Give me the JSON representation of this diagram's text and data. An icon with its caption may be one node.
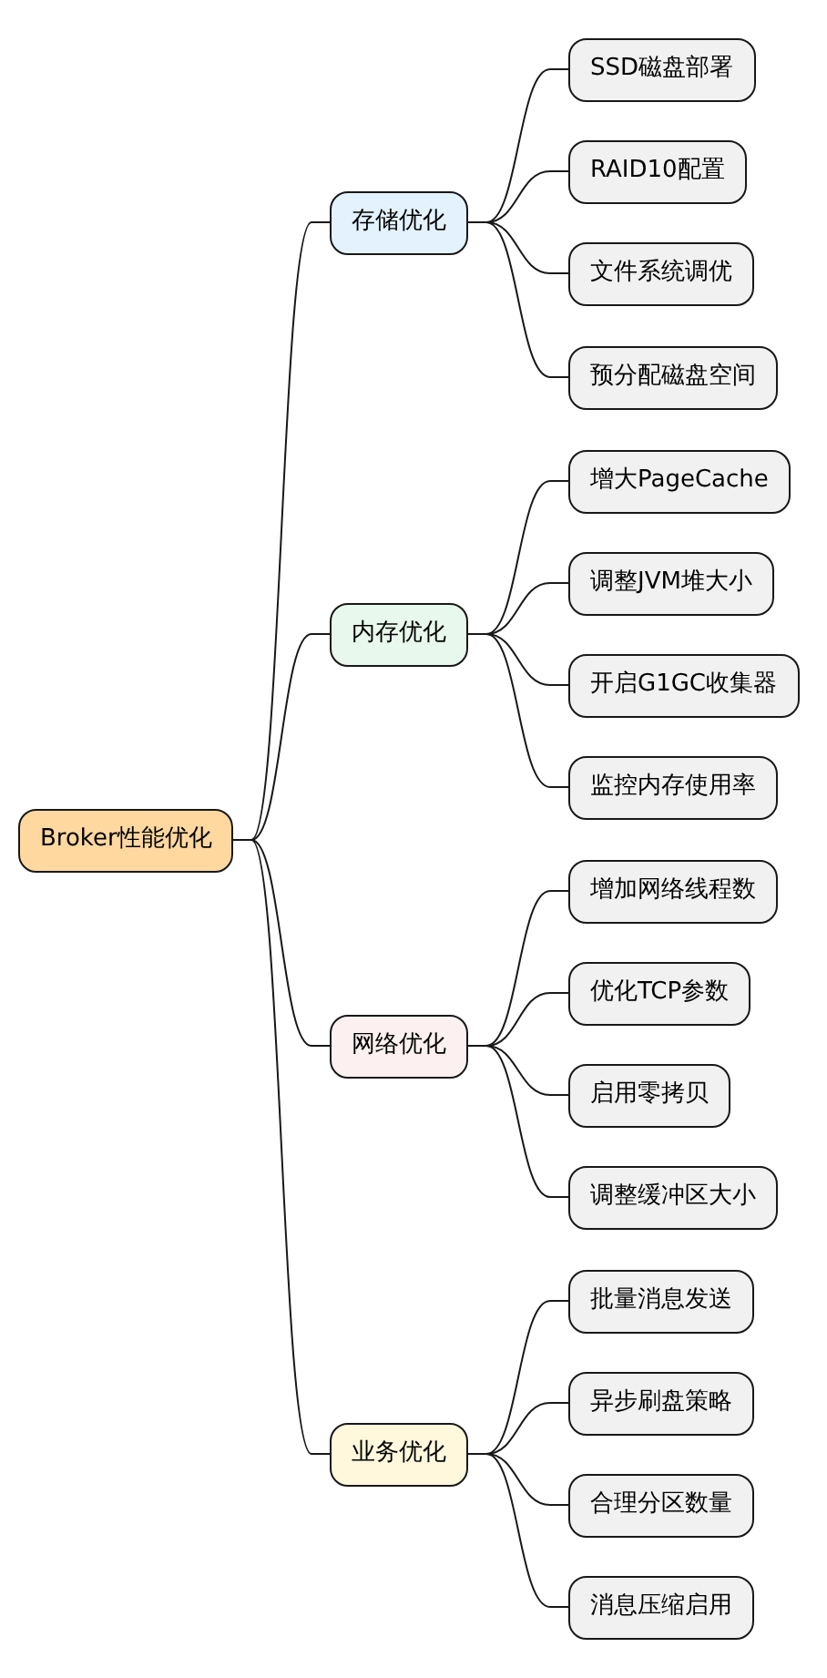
{
  "diagram": {
    "nodes": [
      {
        "text": [
          "Broker性能优化"
        ]
      },
      {
        "text": [
          "存储优化"
        ]
      },
      {
        "text": [
          "SSD磁盘部署"
        ]
      },
      {
        "text": [
          "RAID10配置"
        ]
      },
      {
        "text": [
          "文件系统调优"
        ]
      },
      {
        "text": [
          "预分配磁盘空间"
        ]
      },
      {
        "text": [
          "内存优化"
        ]
      },
      {
        "text": [
          "增大PageCache"
        ]
      },
      {
        "text": [
          "调整JVM堆大小"
        ]
      },
      {
        "text": [
          "开启G1GC收集器"
        ]
      },
      {
        "text": [
          "监控内存使用率"
        ]
      },
      {
        "text": [
          "网络优化"
        ]
      },
      {
        "text": [
          "增加网络线程数"
        ]
      },
      {
        "text": [
          "优化TCP参数"
        ]
      },
      {
        "text": [
          "启用零拷贝"
        ]
      },
      {
        "text": [
          "调整缓冲区大小"
        ]
      },
      {
        "text": [
          "业务优化"
        ]
      },
      {
        "text": [
          "批量消息发送"
        ]
      },
      {
        "text": [
          "异步刷盘策略"
        ]
      },
      {
        "text": [
          "合理分区数量"
        ]
      },
      {
        "text": [
          "消息压缩启用"
        ]
      }
    ],
    "edges": [
      {
        "from": 0,
        "to": 1,
        "arrow": "none"
      },
      {
        "from": 1,
        "to": 2,
        "arrow": "none"
      },
      {
        "from": 1,
        "to": 3,
        "arrow": "none"
      },
      {
        "from": 1,
        "to": 4,
        "arrow": "none"
      },
      {
        "from": 1,
        "to": 5,
        "arrow": "none"
      },
      {
        "from": 0,
        "to": 6,
        "arrow": "none"
      },
      {
        "from": 6,
        "to": 7,
        "arrow": "none"
      },
      {
        "from": 6,
        "to": 8,
        "arrow": "none"
      },
      {
        "from": 6,
        "to": 9,
        "arrow": "none"
      },
      {
        "from": 6,
        "to": 10,
        "arrow": "none"
      },
      {
        "from": 0,
        "to": 11,
        "arrow": "none"
      },
      {
        "from": 11,
        "to": 12,
        "arrow": "none"
      },
      {
        "from": 11,
        "to": 13,
        "arrow": "none"
      },
      {
        "from": 11,
        "to": 14,
        "arrow": "none"
      },
      {
        "from": 11,
        "to": 15,
        "arrow": "none"
      },
      {
        "from": 0,
        "to": 16,
        "arrow": "none"
      },
      {
        "from": 16,
        "to": 17,
        "arrow": "none"
      },
      {
        "from": 16,
        "to": 18,
        "arrow": "none"
      },
      {
        "from": 16,
        "to": 19,
        "arrow": "none"
      },
      {
        "from": 16,
        "to": 20,
        "arrow": "none"
      }
    ]
  }
}
